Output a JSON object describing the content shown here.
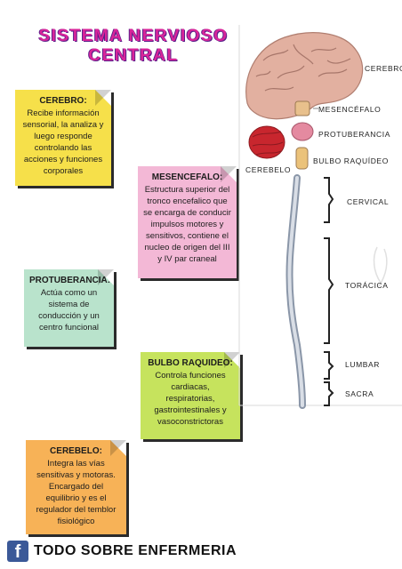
{
  "title": {
    "line1": "SISTEMA NERVIOSO",
    "line2": "CENTRAL"
  },
  "notes": [
    {
      "heading": "CEREBRO:",
      "text": "Recibe información sensorial, la analiza y luego responde controlando las acciones y funciones corporales",
      "color": "#f6e04a"
    },
    {
      "heading": "MESENCEFALO:",
      "text": "Estructura superior del tronco encefalico que se encarga de conducir impulsos motores y sensitivos, contiene el nucleo de origen del III y IV par craneal",
      "color": "#f3b8d6"
    },
    {
      "heading": "PROTUBERANCIA:",
      "text": "Actúa como un sistema de conducción y un centro funcional",
      "color": "#b9e3cc"
    },
    {
      "heading": "BULBO RAQUIDEO:",
      "text": "Controla funciones cardiacas, respiratorias, gastrointestinales y vasoconstrictoras",
      "color": "#c6e35d"
    },
    {
      "heading": "CEREBELO:",
      "text": "Integra las vías sensitivas y motoras. Encargado del equilibrio y es el regulador del temblor fisiológico",
      "color": "#f7b257"
    }
  ],
  "diagram": {
    "labels": {
      "cerebro": "CEREBRO",
      "mesencefalo": "MESENCÉFALO",
      "protuberancia": "PROTUBERANCIA",
      "bulbo": "BULBO RAQUÍDEO",
      "cerebelo": "CEREBELO",
      "cervical": "CERVICAL",
      "toracica": "TORÁCICA",
      "lumbar": "LUMBAR",
      "sacra": "SACRA"
    }
  },
  "footer": {
    "icon": "facebook-icon",
    "text": "TODO SOBRE ENFERMERIA"
  }
}
